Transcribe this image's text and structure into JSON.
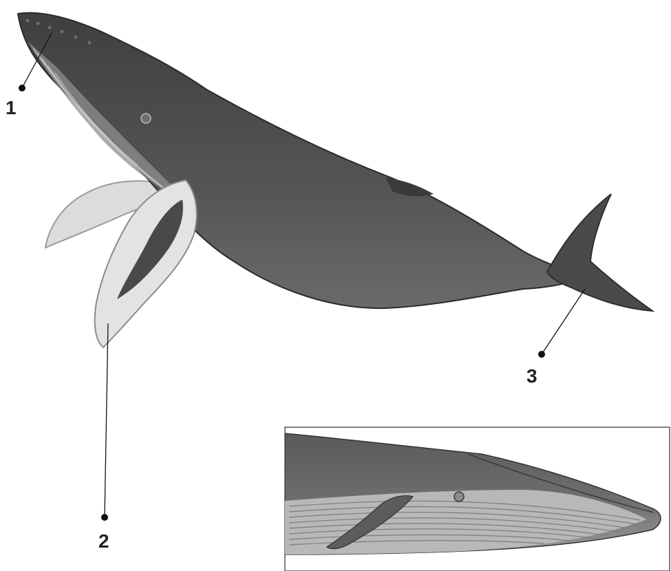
{
  "labels": [
    {
      "id": "1",
      "text": "1"
    },
    {
      "id": "2",
      "text": "2"
    },
    {
      "id": "3",
      "text": "3"
    }
  ],
  "main_illustration": {
    "icon": "humpback-whale-icon"
  },
  "inset": {
    "icon": "whale-head-closeup-icon"
  }
}
